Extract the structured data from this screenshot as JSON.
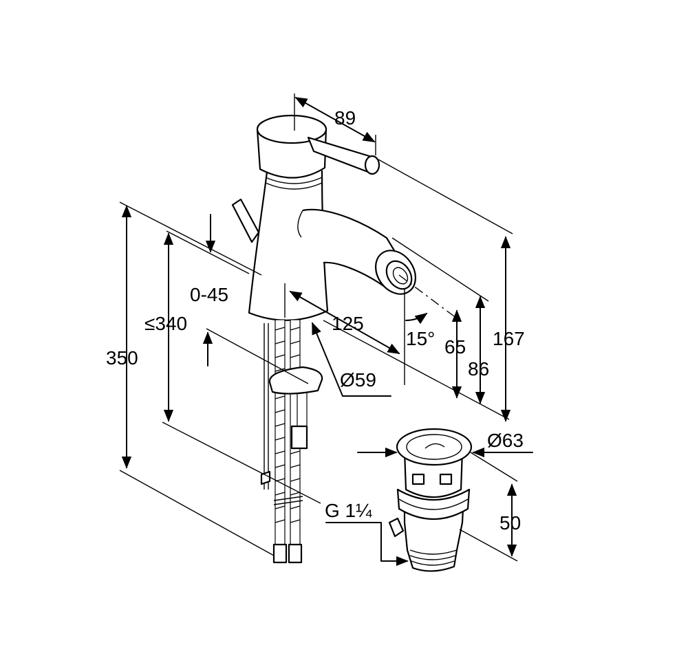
{
  "colors": {
    "line": "#000000",
    "background": "#ffffff"
  },
  "dimensions": {
    "top_offset": "89",
    "height_350": "350",
    "height_340": "≤340",
    "range_0_45": "0-45",
    "reach_125": "125",
    "angle": "15°",
    "height_65": "65",
    "height_86": "86",
    "height_167": "167",
    "base_dia": "Ø59",
    "waste_dia": "Ø63",
    "waste_height": "50",
    "thread": "G 1¼"
  }
}
